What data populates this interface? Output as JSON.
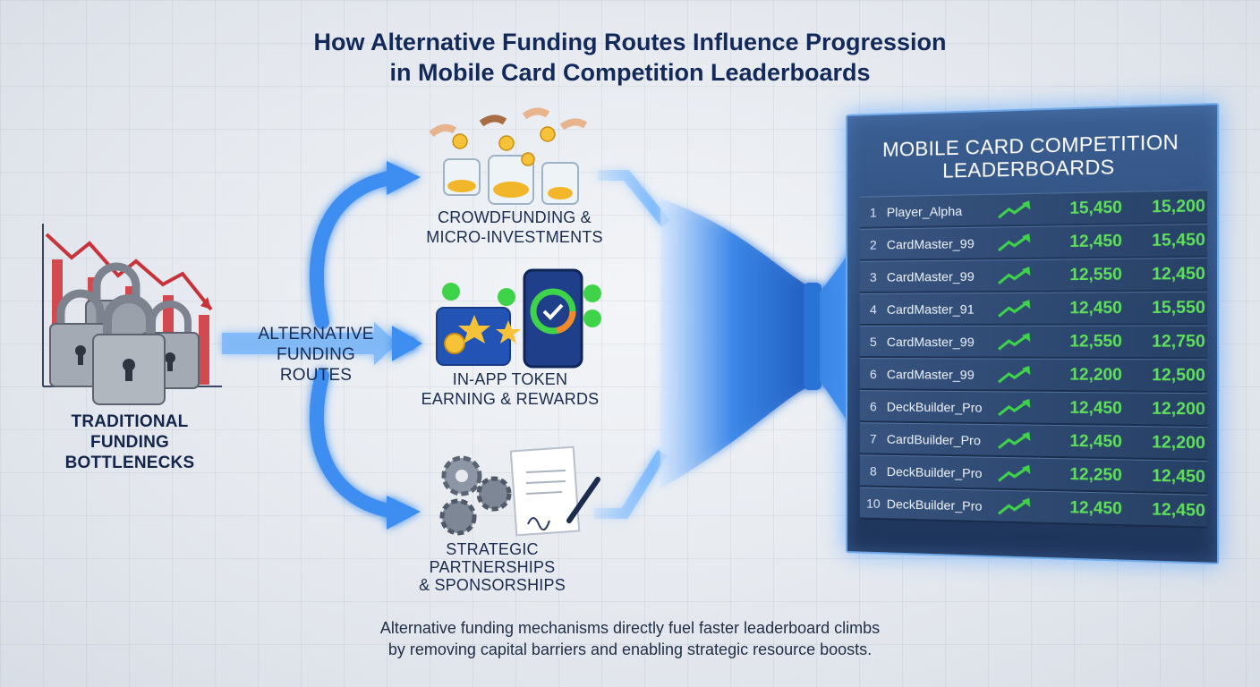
{
  "title": {
    "line1": "How Alternative Funding Routes Influence Progression",
    "line2": "in Mobile Card Competition Leaderboards"
  },
  "traditional": {
    "line1": "Traditional",
    "line2": "Funding",
    "line3": "Bottlenecks"
  },
  "alternative": {
    "line1": "Alternative",
    "line2": "Funding",
    "line3": "Routes"
  },
  "routes": {
    "crowdfunding": {
      "line1": "Crowdfunding &",
      "line2": "Micro-Investments"
    },
    "token": {
      "line1": "In-App Token",
      "line2": "Earning & Rewards"
    },
    "partnerships": {
      "line1": "Strategic",
      "line2": "Partnerships",
      "line3": "& Sponsorships"
    }
  },
  "leaderboard": {
    "title_line1": "Mobile Card Competition",
    "title_line2": "Leaderboards",
    "rows": [
      {
        "rank": "1",
        "name": "Player_Alpha",
        "v1": "15,450",
        "v2": "15,200"
      },
      {
        "rank": "2",
        "name": "CardMaster_99",
        "v1": "12,450",
        "v2": "15,450"
      },
      {
        "rank": "3",
        "name": "CardMaster_99",
        "v1": "12,550",
        "v2": "12,450"
      },
      {
        "rank": "4",
        "name": "CardMaster_91",
        "v1": "12,450",
        "v2": "15,550"
      },
      {
        "rank": "5",
        "name": "CardMaster_99",
        "v1": "12,550",
        "v2": "12,750"
      },
      {
        "rank": "6",
        "name": "CardMaster_99",
        "v1": "12,200",
        "v2": "12,500"
      },
      {
        "rank": "6",
        "name": "DeckBuilder_Pro",
        "v1": "12,450",
        "v2": "12,200"
      },
      {
        "rank": "7",
        "name": "CardBuilder_Pro",
        "v1": "12,450",
        "v2": "12,200"
      },
      {
        "rank": "8",
        "name": "DeckBuilder_Pro",
        "v1": "12,250",
        "v2": "12,450"
      },
      {
        "rank": "10",
        "name": "DeckBuilder_Pro",
        "v1": "12,450",
        "v2": "12,450"
      }
    ]
  },
  "caption": {
    "line1": "Alternative funding mechanisms directly fuel faster leaderboard climbs",
    "line2": "by removing capital barriers and enabling strategic resource boosts."
  },
  "colors": {
    "flow_blue": "#3d8ef0",
    "glow_blue": "#8fc6ff",
    "trend_green": "#3fd34a",
    "lock_red": "#c8323a"
  }
}
